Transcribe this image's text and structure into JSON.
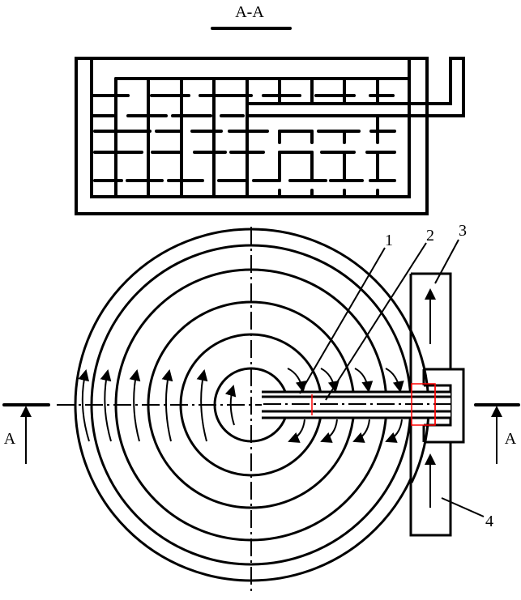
{
  "section_title": "A-A",
  "callouts": [
    "1",
    "2",
    "3",
    "4"
  ],
  "section_marks": {
    "left": "A",
    "right": "A"
  },
  "colors": {
    "line": "#000000",
    "highlight": "#ff0000"
  }
}
